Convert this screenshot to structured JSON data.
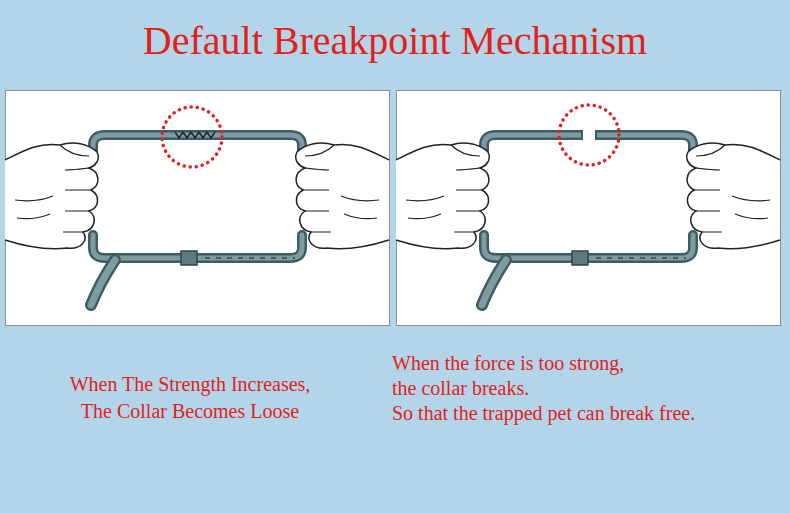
{
  "diagram": {
    "title": "Default Breakpoint Mechanism",
    "labels": [
      "When The Strength Increases,",
      "The Collar Becomes Loose",
      "When the force is too strong,",
      "the collar breaks.",
      "So that the trapped pet can break free."
    ]
  }
}
